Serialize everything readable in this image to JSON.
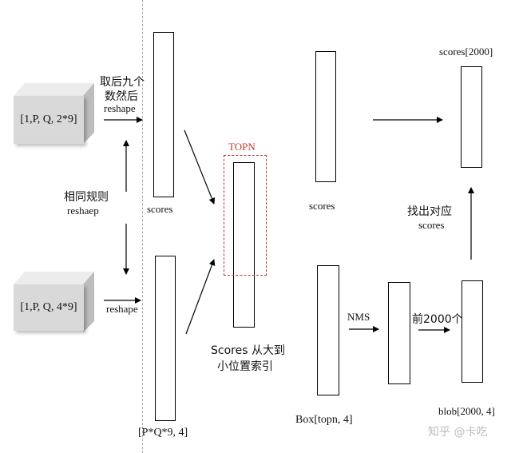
{
  "left_cubes": {
    "top": "[1,P, Q, 2*9]",
    "bottom": "[1,P, Q, 4*9]"
  },
  "labels": {
    "step1_line1": "取后九个",
    "step1_line2": "数然后",
    "step1_line3": "reshape",
    "same_rule_line1": "相同规则",
    "same_rule_line2": "reshaep",
    "reshape_bottom": "reshape",
    "scores_col1": "scores",
    "dims_col1_bottom": "[P*Q*9, 4]",
    "topn": "TOPN",
    "sort_line1": "Scores 从大到",
    "sort_line2": "小位置索引",
    "scores_col3": "scores",
    "box_topn": "Box[topn, 4]",
    "nms": "NMS",
    "top2000": "前2000个",
    "find_line1": "找出对应",
    "find_line2": "scores",
    "scores_2000": "scores[2000]",
    "blob": "blob[2000, 4]"
  },
  "watermark": "知乎 @卡吃",
  "colors": {
    "topn_red": "#c0392b",
    "cube_gray": "#d9d9d9",
    "divider": "#aaaaaa"
  }
}
